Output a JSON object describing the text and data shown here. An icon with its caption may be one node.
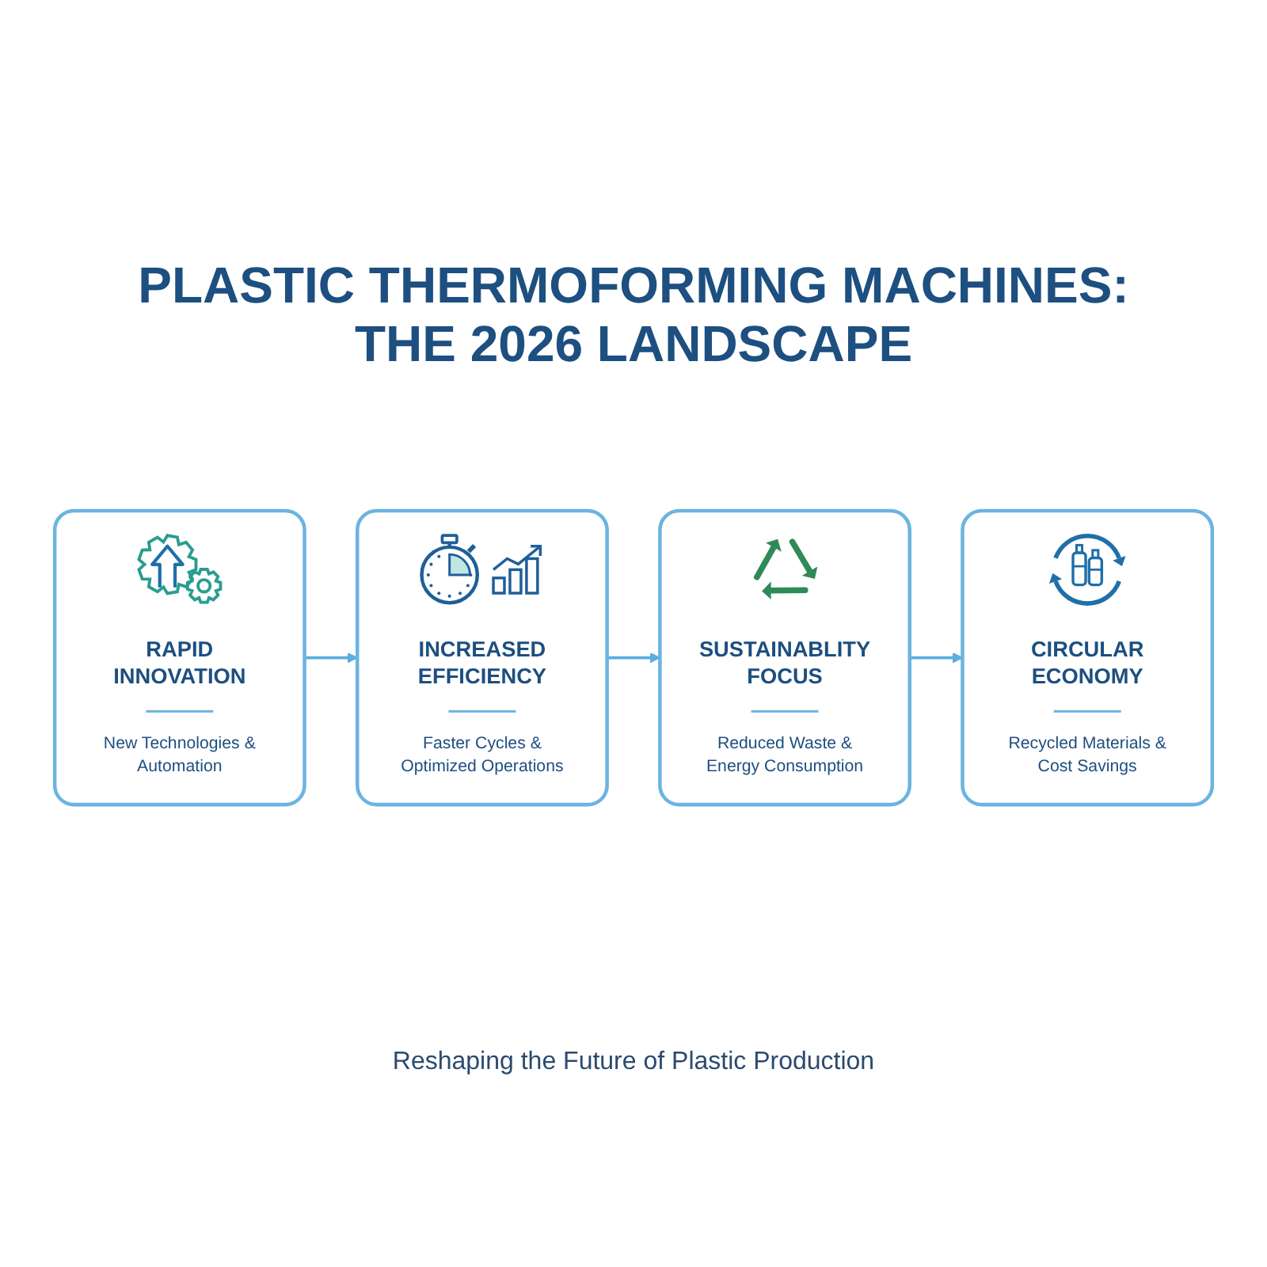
{
  "diagram": {
    "title": "PLASTIC THERMOFORMING MACHINES: THE 2026 LANDSCAPE",
    "caption": "Reshaping the Future of Plastic Production",
    "nodes": [
      {
        "text": [
          "RAPID INNOVATION",
          "New Technologies & Automation"
        ]
      },
      {
        "text": [
          "INCREASED EFFICIENCY",
          "Faster Cycles & Optimized Operations"
        ]
      },
      {
        "text": [
          "SUSTAINABLITY FOCUS",
          "Reduced Waste & Energy Consumption"
        ]
      },
      {
        "text": [
          "CIRCULAR ECONOMY",
          "Recycled Materials & Cost Savings"
        ]
      }
    ],
    "edges": [
      {
        "from": 0,
        "to": 1,
        "arrow": "to"
      },
      {
        "from": 1,
        "to": 2,
        "arrow": "to"
      },
      {
        "from": 2,
        "to": 3,
        "arrow": "to"
      }
    ]
  }
}
